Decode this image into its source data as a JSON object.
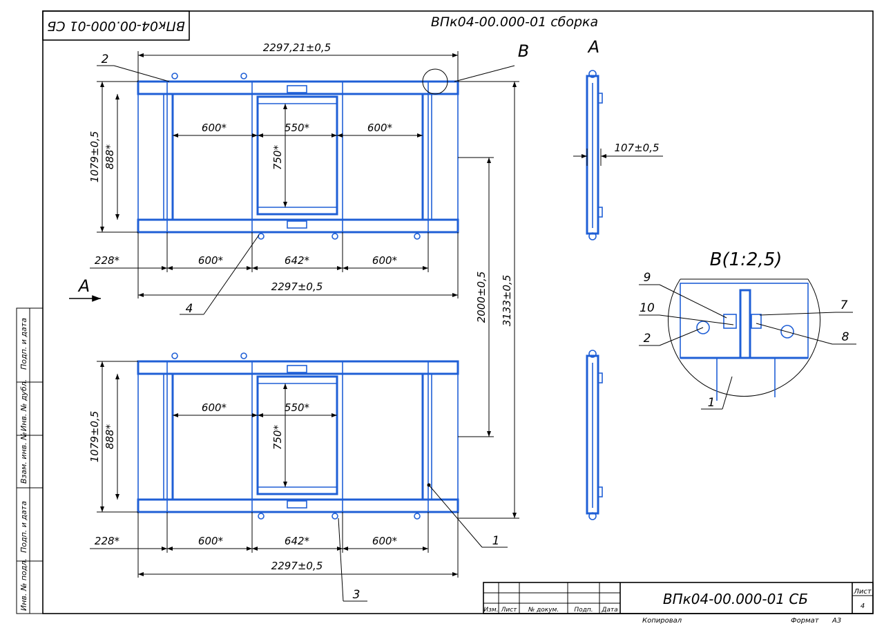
{
  "title_block": {
    "rotated_code": "ВПк04-00.000-01 СБ",
    "top_title": "ВПк04-00.000-01 сборка",
    "main_code": "ВПк04-00.000-01 СБ",
    "copied": "Копировал",
    "format_label": "Формат",
    "format_value": "А3",
    "sheet_label": "Лист",
    "sheet_value": "4",
    "columns": [
      "Изм.",
      "Лист",
      "№ докум.",
      "Подп.",
      "Дата"
    ]
  },
  "side_stamps": [
    "Подп. и дата",
    "Инв. № дубл.",
    "Взам. инв. №",
    "Подп. и дата",
    "Инв. № подл."
  ],
  "views": {
    "view_a_label": "А",
    "view_b_label": "В",
    "detail_b_label": "В(1:2,5)",
    "arrow_a_label": "А"
  },
  "dimensions": {
    "top_overall": "2297,21±0,5",
    "bottom_overall": "2297±0,5",
    "height_1079": "1079±0,5",
    "height_888": "888*",
    "w600": "600*",
    "w550": "550*",
    "h750": "750*",
    "w228": "228*",
    "w642": "642*",
    "gap2000": "2000±0,5",
    "total3133": "3133±0,5",
    "side107": "107±0,5"
  },
  "callouts": [
    "1",
    "2",
    "3",
    "4",
    "7",
    "8",
    "9",
    "10"
  ]
}
